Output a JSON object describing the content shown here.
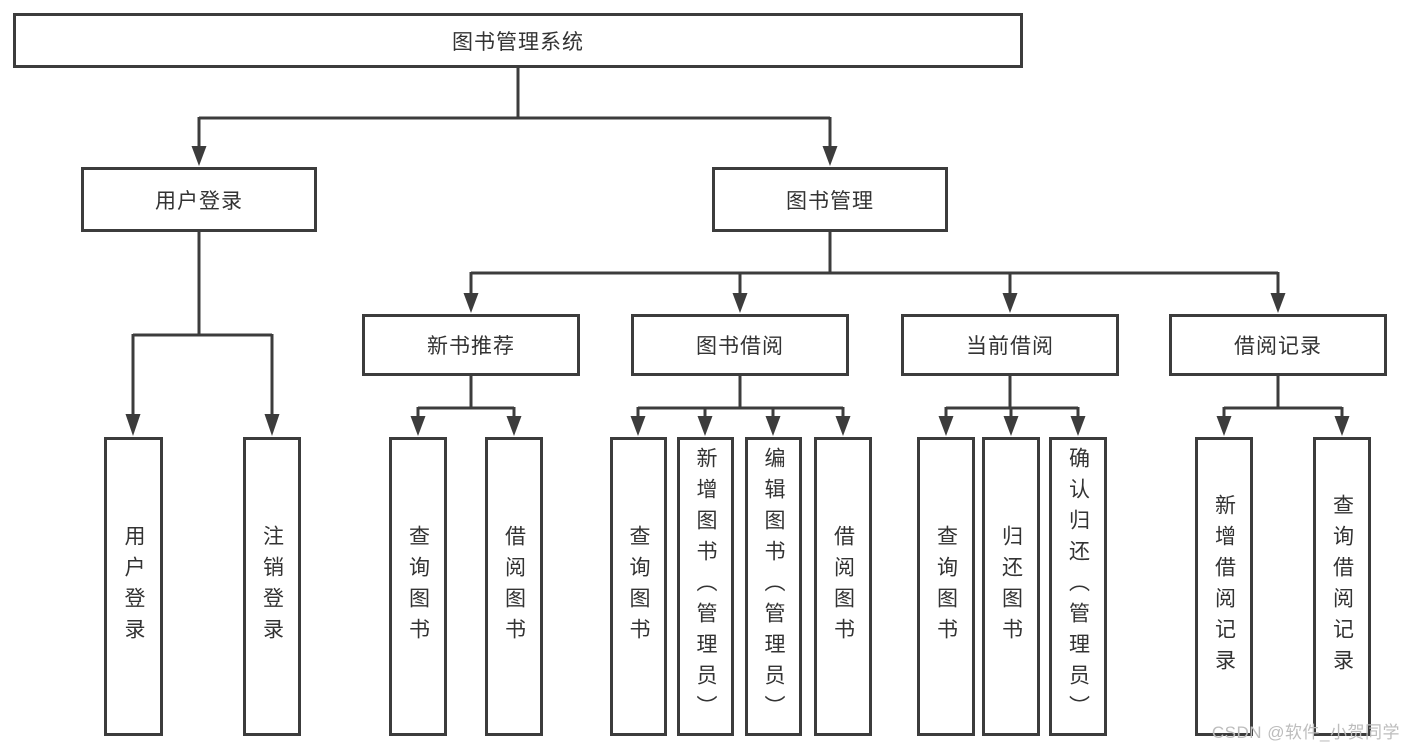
{
  "tree": {
    "root": {
      "label": "图书管理系统"
    },
    "branches": [
      {
        "label": "用户登录",
        "children": [
          {
            "label": "用户登录"
          },
          {
            "label": "注销登录"
          }
        ]
      },
      {
        "label": "图书管理",
        "children": [
          {
            "label": "新书推荐",
            "children": [
              {
                "label": "查询图书"
              },
              {
                "label": "借阅图书"
              }
            ]
          },
          {
            "label": "图书借阅",
            "children": [
              {
                "label": "查询图书"
              },
              {
                "label": "新增图书（管理员）"
              },
              {
                "label": "编辑图书（管理员）"
              },
              {
                "label": "借阅图书"
              }
            ]
          },
          {
            "label": "当前借阅",
            "children": [
              {
                "label": "查询图书"
              },
              {
                "label": "归还图书"
              },
              {
                "label": "确认归还（管理员）"
              }
            ]
          },
          {
            "label": "借阅记录",
            "children": [
              {
                "label": "新增借阅记录"
              },
              {
                "label": "查询借阅记录"
              }
            ]
          }
        ]
      }
    ]
  },
  "watermark": {
    "text": "CSDN @软件_小贺同学"
  },
  "colors": {
    "line": "#3c3c3c",
    "text": "#333333",
    "box_background": "#ffffff",
    "page_background": "#ffffff",
    "watermark": "#bdbdbd"
  }
}
